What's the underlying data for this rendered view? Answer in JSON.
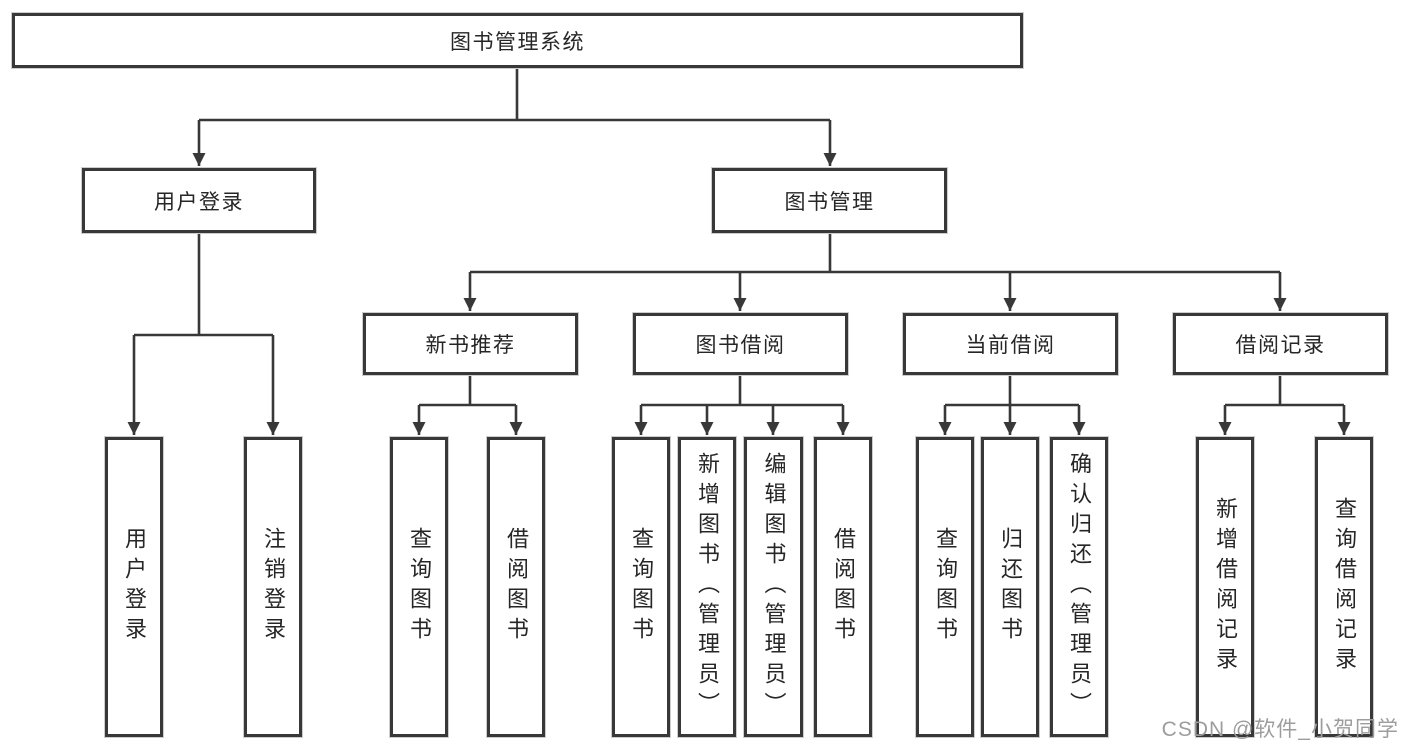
{
  "tree": {
    "root": {
      "label": "图书管理系统"
    },
    "children": [
      {
        "label": "用户登录",
        "children": [
          {
            "label": "用户登录"
          },
          {
            "label": "注销登录"
          }
        ]
      },
      {
        "label": "图书管理",
        "children": [
          {
            "label": "新书推荐",
            "children": [
              {
                "label": "查询图书"
              },
              {
                "label": "借阅图书"
              }
            ]
          },
          {
            "label": "图书借阅",
            "children": [
              {
                "label": "查询图书"
              },
              {
                "label": "新增图书（管理员）"
              },
              {
                "label": "编辑图书（管理员）"
              },
              {
                "label": "借阅图书"
              }
            ]
          },
          {
            "label": "当前借阅",
            "children": [
              {
                "label": "查询图书"
              },
              {
                "label": "归还图书"
              },
              {
                "label": "确认归还（管理员）"
              }
            ]
          },
          {
            "label": "借阅记录",
            "children": [
              {
                "label": "新增借阅记录"
              },
              {
                "label": "查询借阅记录"
              }
            ]
          }
        ]
      }
    ]
  },
  "watermark": {
    "text": "CSDN @软件_小贺同学"
  },
  "colors": {
    "line": "#383838",
    "border": "#383838",
    "text": "#262626",
    "watermark": "#9d9d9d",
    "background": "#ffffff"
  }
}
